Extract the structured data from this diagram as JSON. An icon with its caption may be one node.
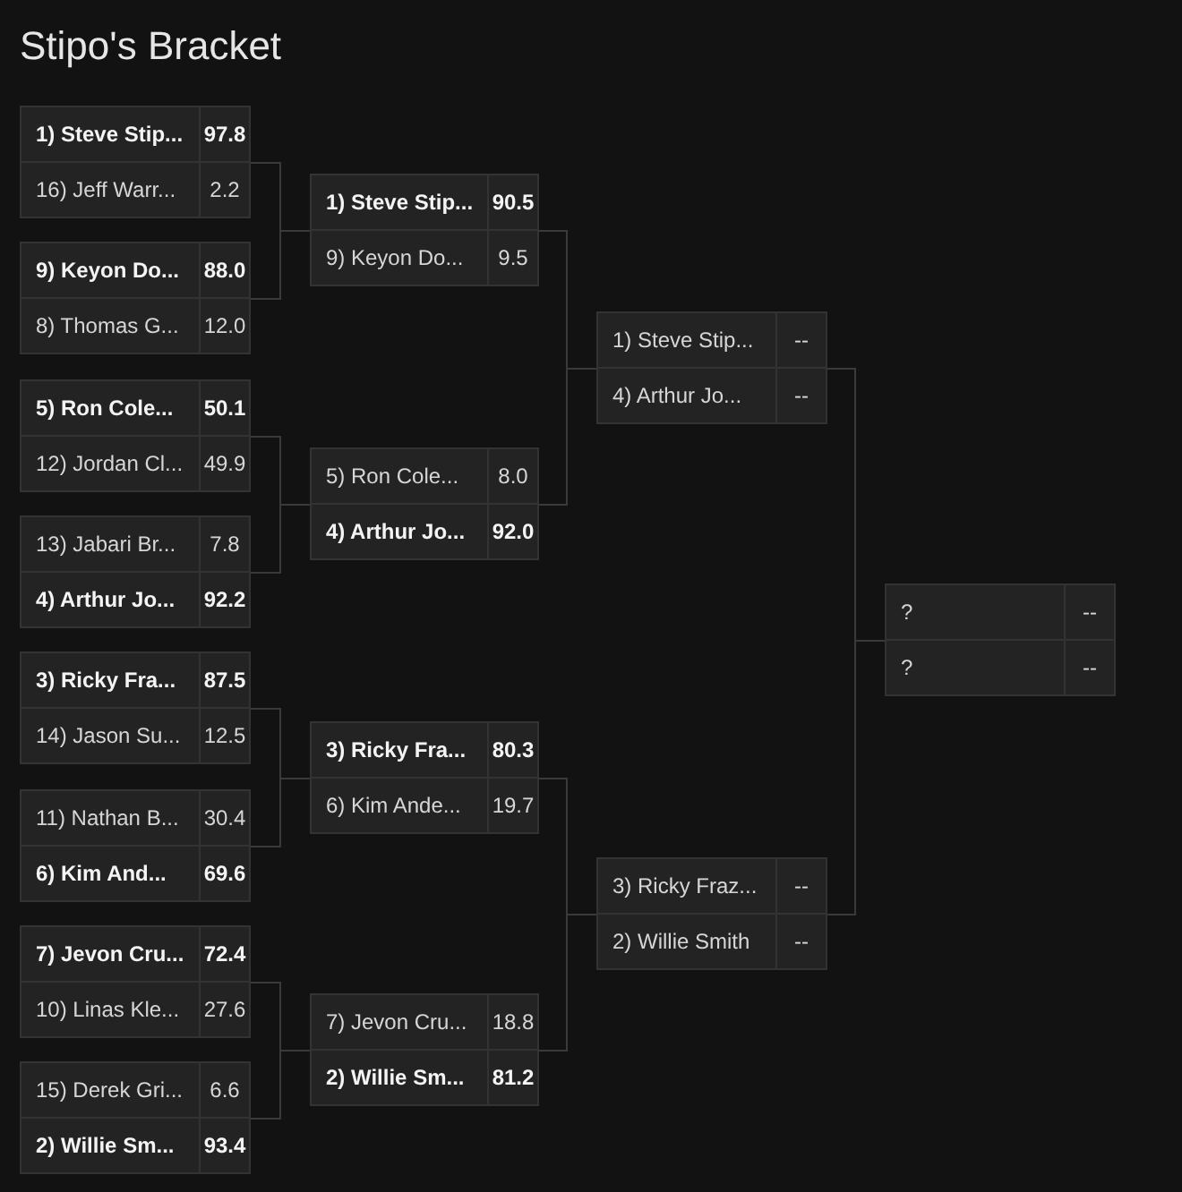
{
  "diagram": {
    "title": "Stipo's Bracket",
    "nodes": [
      {
        "text": [],
        "shape": "box"
      },
      {
        "text": [
          "1) Steve Stip...",
          "97.8"
        ],
        "in": 0
      },
      {
        "text": [
          "16) Jeff Warr...",
          "2.2"
        ],
        "in": 0
      },
      {
        "text": [],
        "shape": "box"
      },
      {
        "text": [
          "9) Keyon Do...",
          "88.0"
        ],
        "in": 3
      },
      {
        "text": [
          "8) Thomas G...",
          "12.0"
        ],
        "in": 3
      },
      {
        "text": [],
        "shape": "box"
      },
      {
        "text": [
          "5) Ron Cole...",
          "50.1"
        ],
        "in": 6
      },
      {
        "text": [
          "12) Jordan Cl...",
          "49.9"
        ],
        "in": 6
      },
      {
        "text": [],
        "shape": "box"
      },
      {
        "text": [
          "13) Jabari Br...",
          "7.8"
        ],
        "in": 9
      },
      {
        "text": [
          "4) Arthur Jo...",
          "92.2"
        ],
        "in": 9
      },
      {
        "text": [],
        "shape": "box"
      },
      {
        "text": [
          "3) Ricky Fra...",
          "87.5"
        ],
        "in": 12
      },
      {
        "text": [
          "14) Jason Su...",
          "12.5"
        ],
        "in": 12
      },
      {
        "text": [],
        "shape": "box"
      },
      {
        "text": [
          "11) Nathan B...",
          "30.4"
        ],
        "in": 15
      },
      {
        "text": [
          "6) Kim And...",
          "69.6"
        ],
        "in": 15
      },
      {
        "text": [],
        "shape": "box"
      },
      {
        "text": [
          "7) Jevon Cru...",
          "72.4"
        ],
        "in": 18
      },
      {
        "text": [
          "10) Linas Kle...",
          "27.6"
        ],
        "in": 18
      },
      {
        "text": [],
        "shape": "box"
      },
      {
        "text": [
          "15) Derek Gri...",
          "6.6"
        ],
        "in": 21
      },
      {
        "text": [
          "2) Willie Sm...",
          "93.4"
        ],
        "in": 21
      },
      {
        "text": [],
        "shape": "box"
      },
      {
        "text": [
          "1) Steve Stip...",
          "90.5"
        ],
        "in": 24
      },
      {
        "text": [
          "9) Keyon Do...",
          "9.5"
        ],
        "in": 24
      },
      {
        "text": [],
        "shape": "box"
      },
      {
        "text": [
          "5) Ron Cole...",
          "8.0"
        ],
        "in": 27
      },
      {
        "text": [
          "4) Arthur Jo...",
          "92.0"
        ],
        "in": 27
      },
      {
        "text": [],
        "shape": "box"
      },
      {
        "text": [
          "3) Ricky Fra...",
          "80.3"
        ],
        "in": 30
      },
      {
        "text": [
          "6) Kim Ande...",
          "19.7"
        ],
        "in": 30
      },
      {
        "text": [],
        "shape": "box"
      },
      {
        "text": [
          "7) Jevon Cru...",
          "18.8"
        ],
        "in": 33
      },
      {
        "text": [
          "2) Willie Sm...",
          "81.2"
        ],
        "in": 33
      },
      {
        "text": [],
        "shape": "box"
      },
      {
        "text": [
          "1) Steve Stip...",
          "--"
        ],
        "in": 36
      },
      {
        "text": [
          "4) Arthur Jo...",
          "--"
        ],
        "in": 36
      },
      {
        "text": [],
        "shape": "box"
      },
      {
        "text": [
          "3) Ricky Fraz...",
          "--"
        ],
        "in": 39
      },
      {
        "text": [
          "2) Willie Smith",
          "--"
        ],
        "in": 39
      },
      {
        "text": [],
        "shape": "box"
      },
      {
        "text": [
          "?",
          "--"
        ],
        "in": 42
      },
      {
        "text": [
          "?",
          "--"
        ],
        "in": 42
      }
    ],
    "edges": [
      {
        "from": 0,
        "to": 24,
        "arrow": "none"
      },
      {
        "from": 3,
        "to": 24,
        "arrow": "none"
      },
      {
        "from": 6,
        "to": 27,
        "arrow": "none"
      },
      {
        "from": 9,
        "to": 27,
        "arrow": "none"
      },
      {
        "from": 12,
        "to": 30,
        "arrow": "none"
      },
      {
        "from": 15,
        "to": 30,
        "arrow": "none"
      },
      {
        "from": 18,
        "to": 33,
        "arrow": "none"
      },
      {
        "from": 21,
        "to": 33,
        "arrow": "none"
      },
      {
        "from": 24,
        "to": 36,
        "arrow": "none"
      },
      {
        "from": 27,
        "to": 36,
        "arrow": "none"
      },
      {
        "from": 30,
        "to": 39,
        "arrow": "none"
      },
      {
        "from": 33,
        "to": 39,
        "arrow": "none"
      },
      {
        "from": 36,
        "to": 42,
        "arrow": "none"
      },
      {
        "from": 39,
        "to": 42,
        "arrow": "none"
      }
    ]
  }
}
